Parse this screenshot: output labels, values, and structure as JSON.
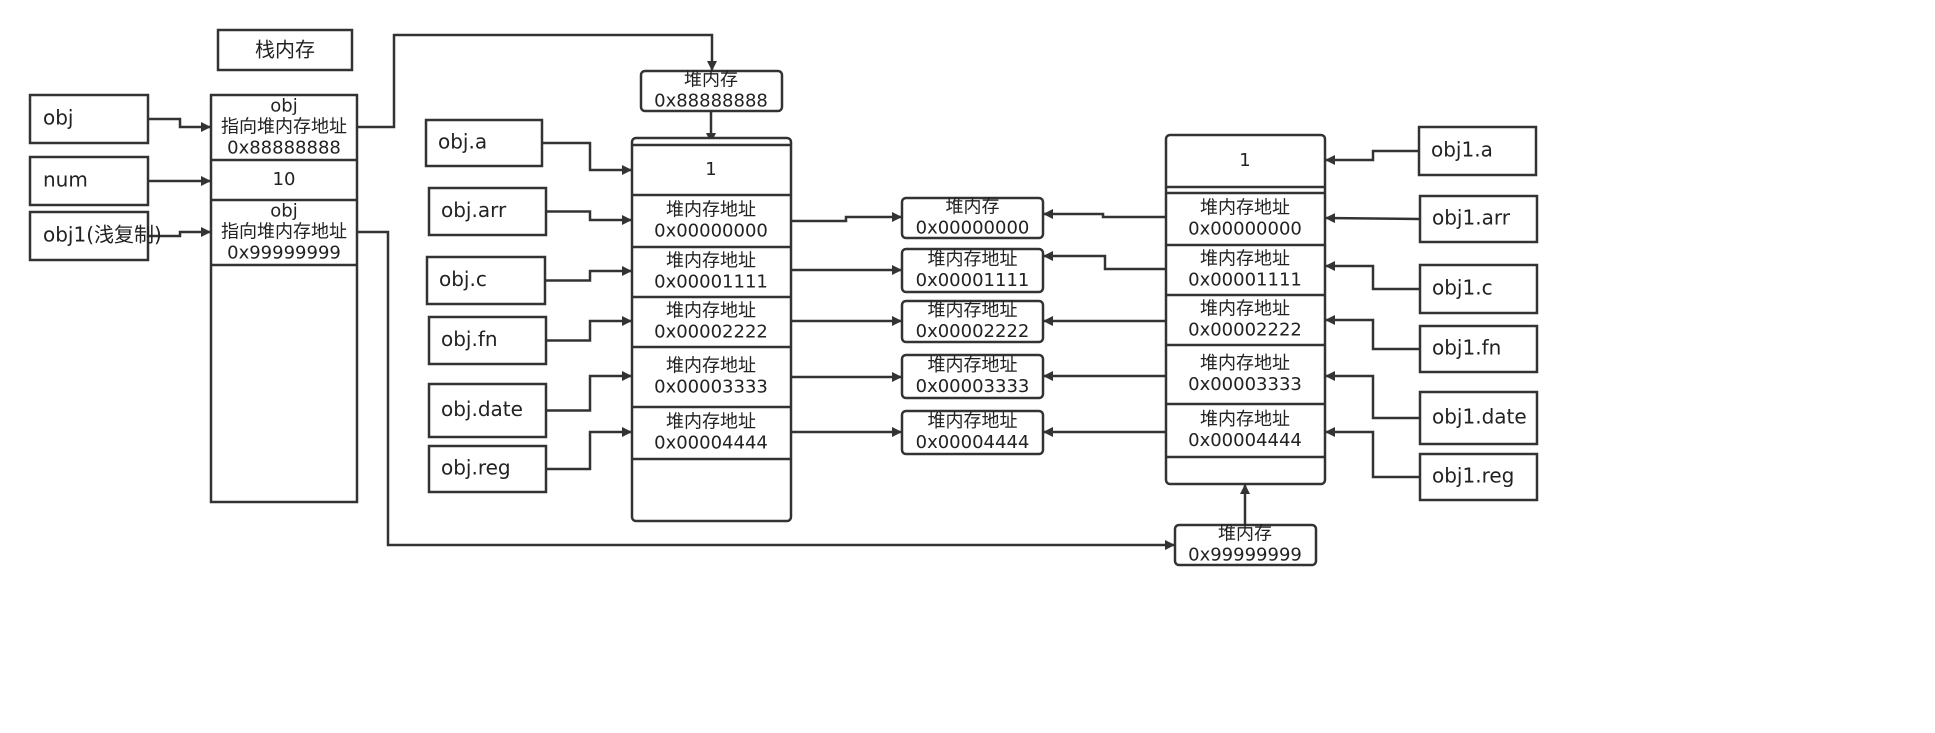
{
  "stack": {
    "title": "栈内存",
    "rows": [
      [
        "obj",
        "指向堆内存地址",
        "0x88888888"
      ],
      [
        "10"
      ],
      [
        "obj",
        "指向堆内存地址",
        "0x99999999"
      ]
    ]
  },
  "variables": {
    "stack_vars": [
      "obj",
      "num",
      "obj1(浅复制)"
    ],
    "obj_props": [
      "obj.a",
      "obj.arr",
      "obj.c",
      "obj.fn",
      "obj.date",
      "obj.reg"
    ],
    "obj1_props": [
      "obj1.a",
      "obj1.arr",
      "obj1.c",
      "obj1.fn",
      "obj1.date",
      "obj1.reg"
    ]
  },
  "heap_obj": {
    "label": [
      "堆内存",
      "0x88888888"
    ],
    "cells": [
      [
        "1"
      ],
      [
        "堆内存地址",
        "0x00000000"
      ],
      [
        "堆内存地址",
        "0x00001111"
      ],
      [
        "堆内存地址",
        "0x00002222"
      ],
      [
        "堆内存地址",
        "0x00003333"
      ],
      [
        "堆内存地址",
        "0x00004444"
      ]
    ]
  },
  "heap_obj1": {
    "label": [
      "堆内存",
      "0x99999999"
    ],
    "cells": [
      [
        "1"
      ],
      [
        "堆内存地址",
        "0x00000000"
      ],
      [
        "堆内存地址",
        "0x00001111"
      ],
      [
        "堆内存地址",
        "0x00002222"
      ],
      [
        "堆内存地址",
        "0x00003333"
      ],
      [
        "堆内存地址",
        "0x00004444"
      ]
    ]
  },
  "shared_heap": [
    [
      "堆内存",
      "0x00000000"
    ],
    [
      "堆内存地址",
      "0x00001111"
    ],
    [
      "堆内存地址",
      "0x00002222"
    ],
    [
      "堆内存地址",
      "0x00003333"
    ],
    [
      "堆内存地址",
      "0x00004444"
    ]
  ]
}
